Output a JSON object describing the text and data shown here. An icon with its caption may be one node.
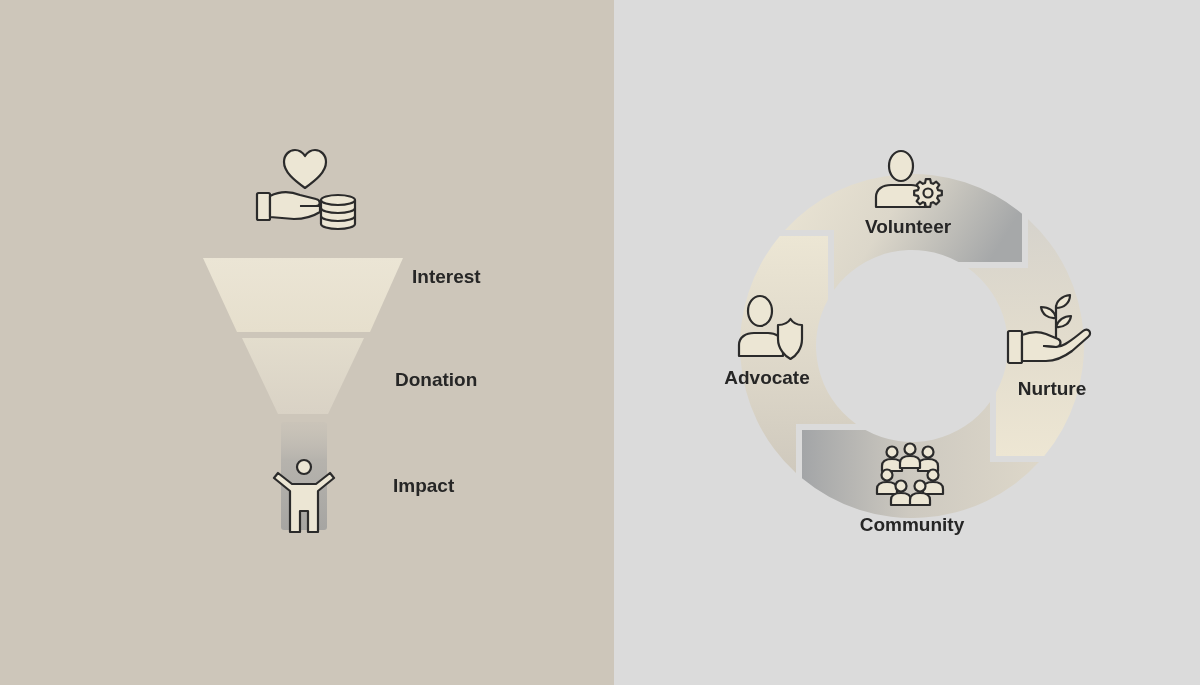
{
  "diagram": {
    "nodes": [
      {
        "text": [
          "Interest"
        ]
      },
      {
        "text": [
          "Donation"
        ]
      },
      {
        "text": [
          "Impact"
        ]
      },
      {
        "text": [
          "Volunteer"
        ]
      },
      {
        "text": [
          "Nurture"
        ]
      },
      {
        "text": [
          "Community"
        ]
      },
      {
        "text": [
          "Advocate"
        ]
      }
    ]
  }
}
